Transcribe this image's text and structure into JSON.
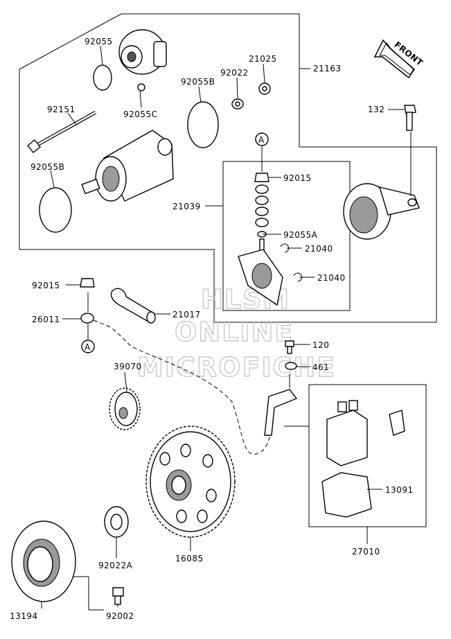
{
  "labels": {
    "p92055": "92055",
    "p92055C": "92055C",
    "p92055B_top": "92055B",
    "p92022": "92022",
    "p21025": "21025",
    "p21163": "21163",
    "p92151": "92151",
    "p92055B_left": "92055B",
    "p132": "132",
    "p92015_top": "92015",
    "p21039": "21039",
    "p92055A": "92055A",
    "p21040_a": "21040",
    "p21040_b": "21040",
    "p92015_left": "92015",
    "p26011": "26011",
    "p21017": "21017",
    "p120": "120",
    "p461": "461",
    "p39070": "39070",
    "p13091": "13091",
    "p27010": "27010",
    "p92022A": "92022A",
    "p16085": "16085",
    "p13194": "13194",
    "p92002": "92002",
    "refA_top": "A",
    "refA_bottom": "A"
  },
  "front_label": "FRONT",
  "watermark": {
    "line1": "HLSM",
    "line2": "ONLINE",
    "line3": "MICROFICHE"
  }
}
